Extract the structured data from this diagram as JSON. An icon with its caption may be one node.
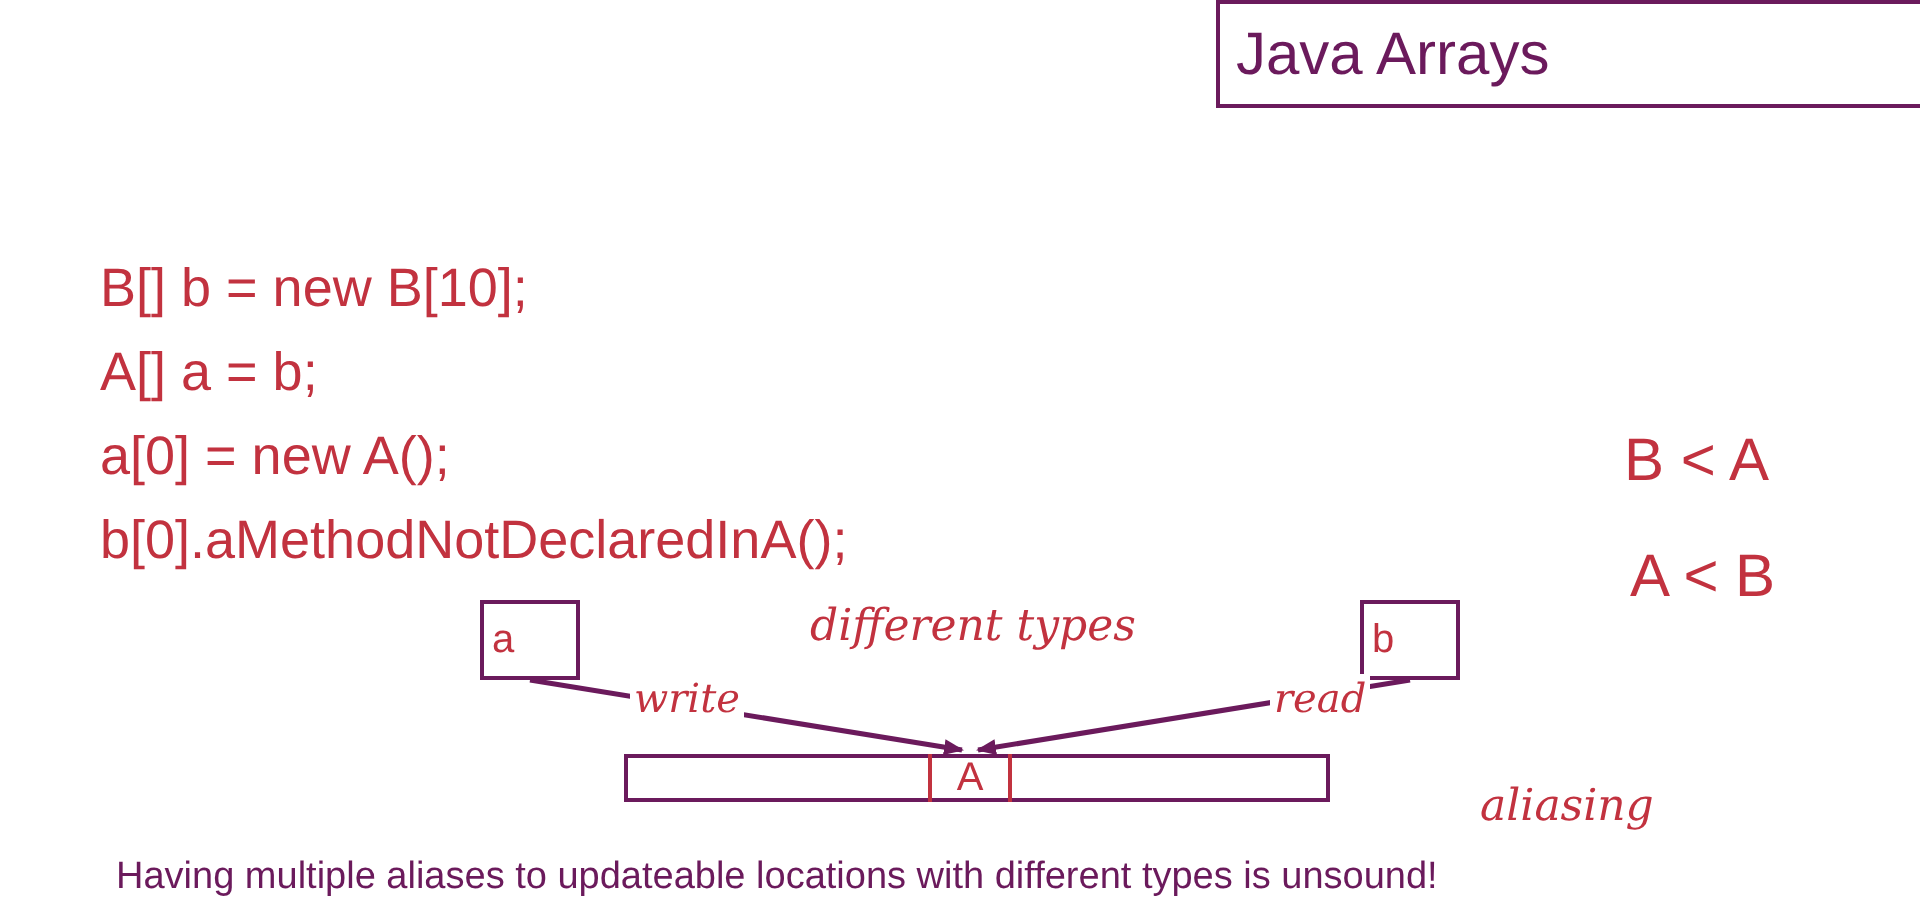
{
  "diagram": {
    "title": "Java Arrays",
    "nodes": [
      {
        "text": [
          "a"
        ]
      },
      {
        "text": [
          "b"
        ]
      },
      {
        "text": [],
        "shape": "bar"
      },
      {
        "text": [
          "A"
        ],
        "in": 2
      }
    ],
    "edges": [
      {
        "from": 0,
        "to": 3,
        "arrow": "to",
        "label": "write"
      },
      {
        "from": 1,
        "to": 3,
        "arrow": "to",
        "label": "read"
      }
    ],
    "labels": [
      "B[] b = new B[10];",
      "A[] a = b;",
      "a[0] = new A();",
      "b[0].aMethodNotDeclaredInA();",
      "different types",
      "B < A",
      "A < B",
      "aliasing",
      "Having multiple aliases to updateable locations with different types is unsound!"
    ]
  }
}
